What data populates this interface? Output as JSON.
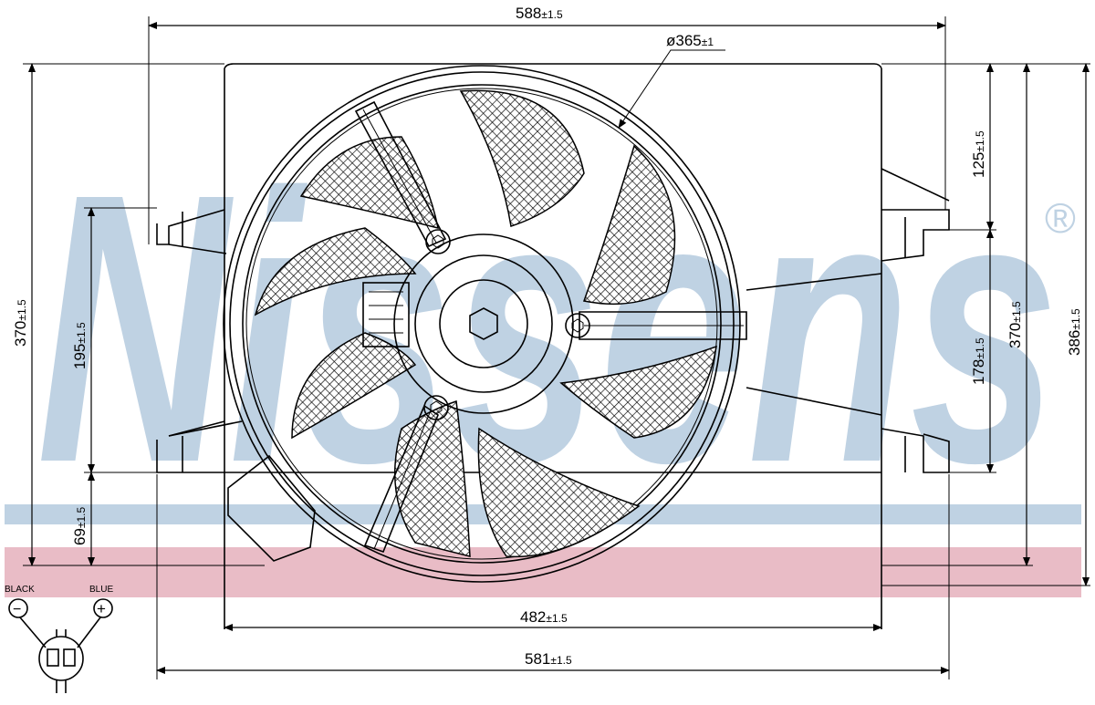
{
  "watermark": {
    "text": "Nissens",
    "registered": "®",
    "color": "#bfd2e3",
    "band_blue": "#bfd2e3",
    "band_pink": "#e9bcc6"
  },
  "dimensions": {
    "top_width": "588",
    "top_tol": "±1.5",
    "fan_diameter": "ø365",
    "fan_diameter_tol": "±1",
    "left_height": "370",
    "left_height_tol": "±1.5",
    "left_mount": "195",
    "left_mount_tol": "±1.5",
    "left_low": "69",
    "left_low_tol": "±1.5",
    "right_top": "125",
    "right_top_tol": "±1.5",
    "right_mid": "178",
    "right_mid_tol": "±1.5",
    "right_height": "370",
    "right_height_tol": "±1.5",
    "right_total": "386",
    "right_total_tol": "±1.5",
    "bottom_inner": "482",
    "bottom_inner_tol": "±1.5",
    "bottom_outer": "581",
    "bottom_outer_tol": "±1.5"
  },
  "connector": {
    "black_label": "BLACK",
    "blue_label": "BLUE",
    "minus": "−",
    "plus": "+"
  }
}
